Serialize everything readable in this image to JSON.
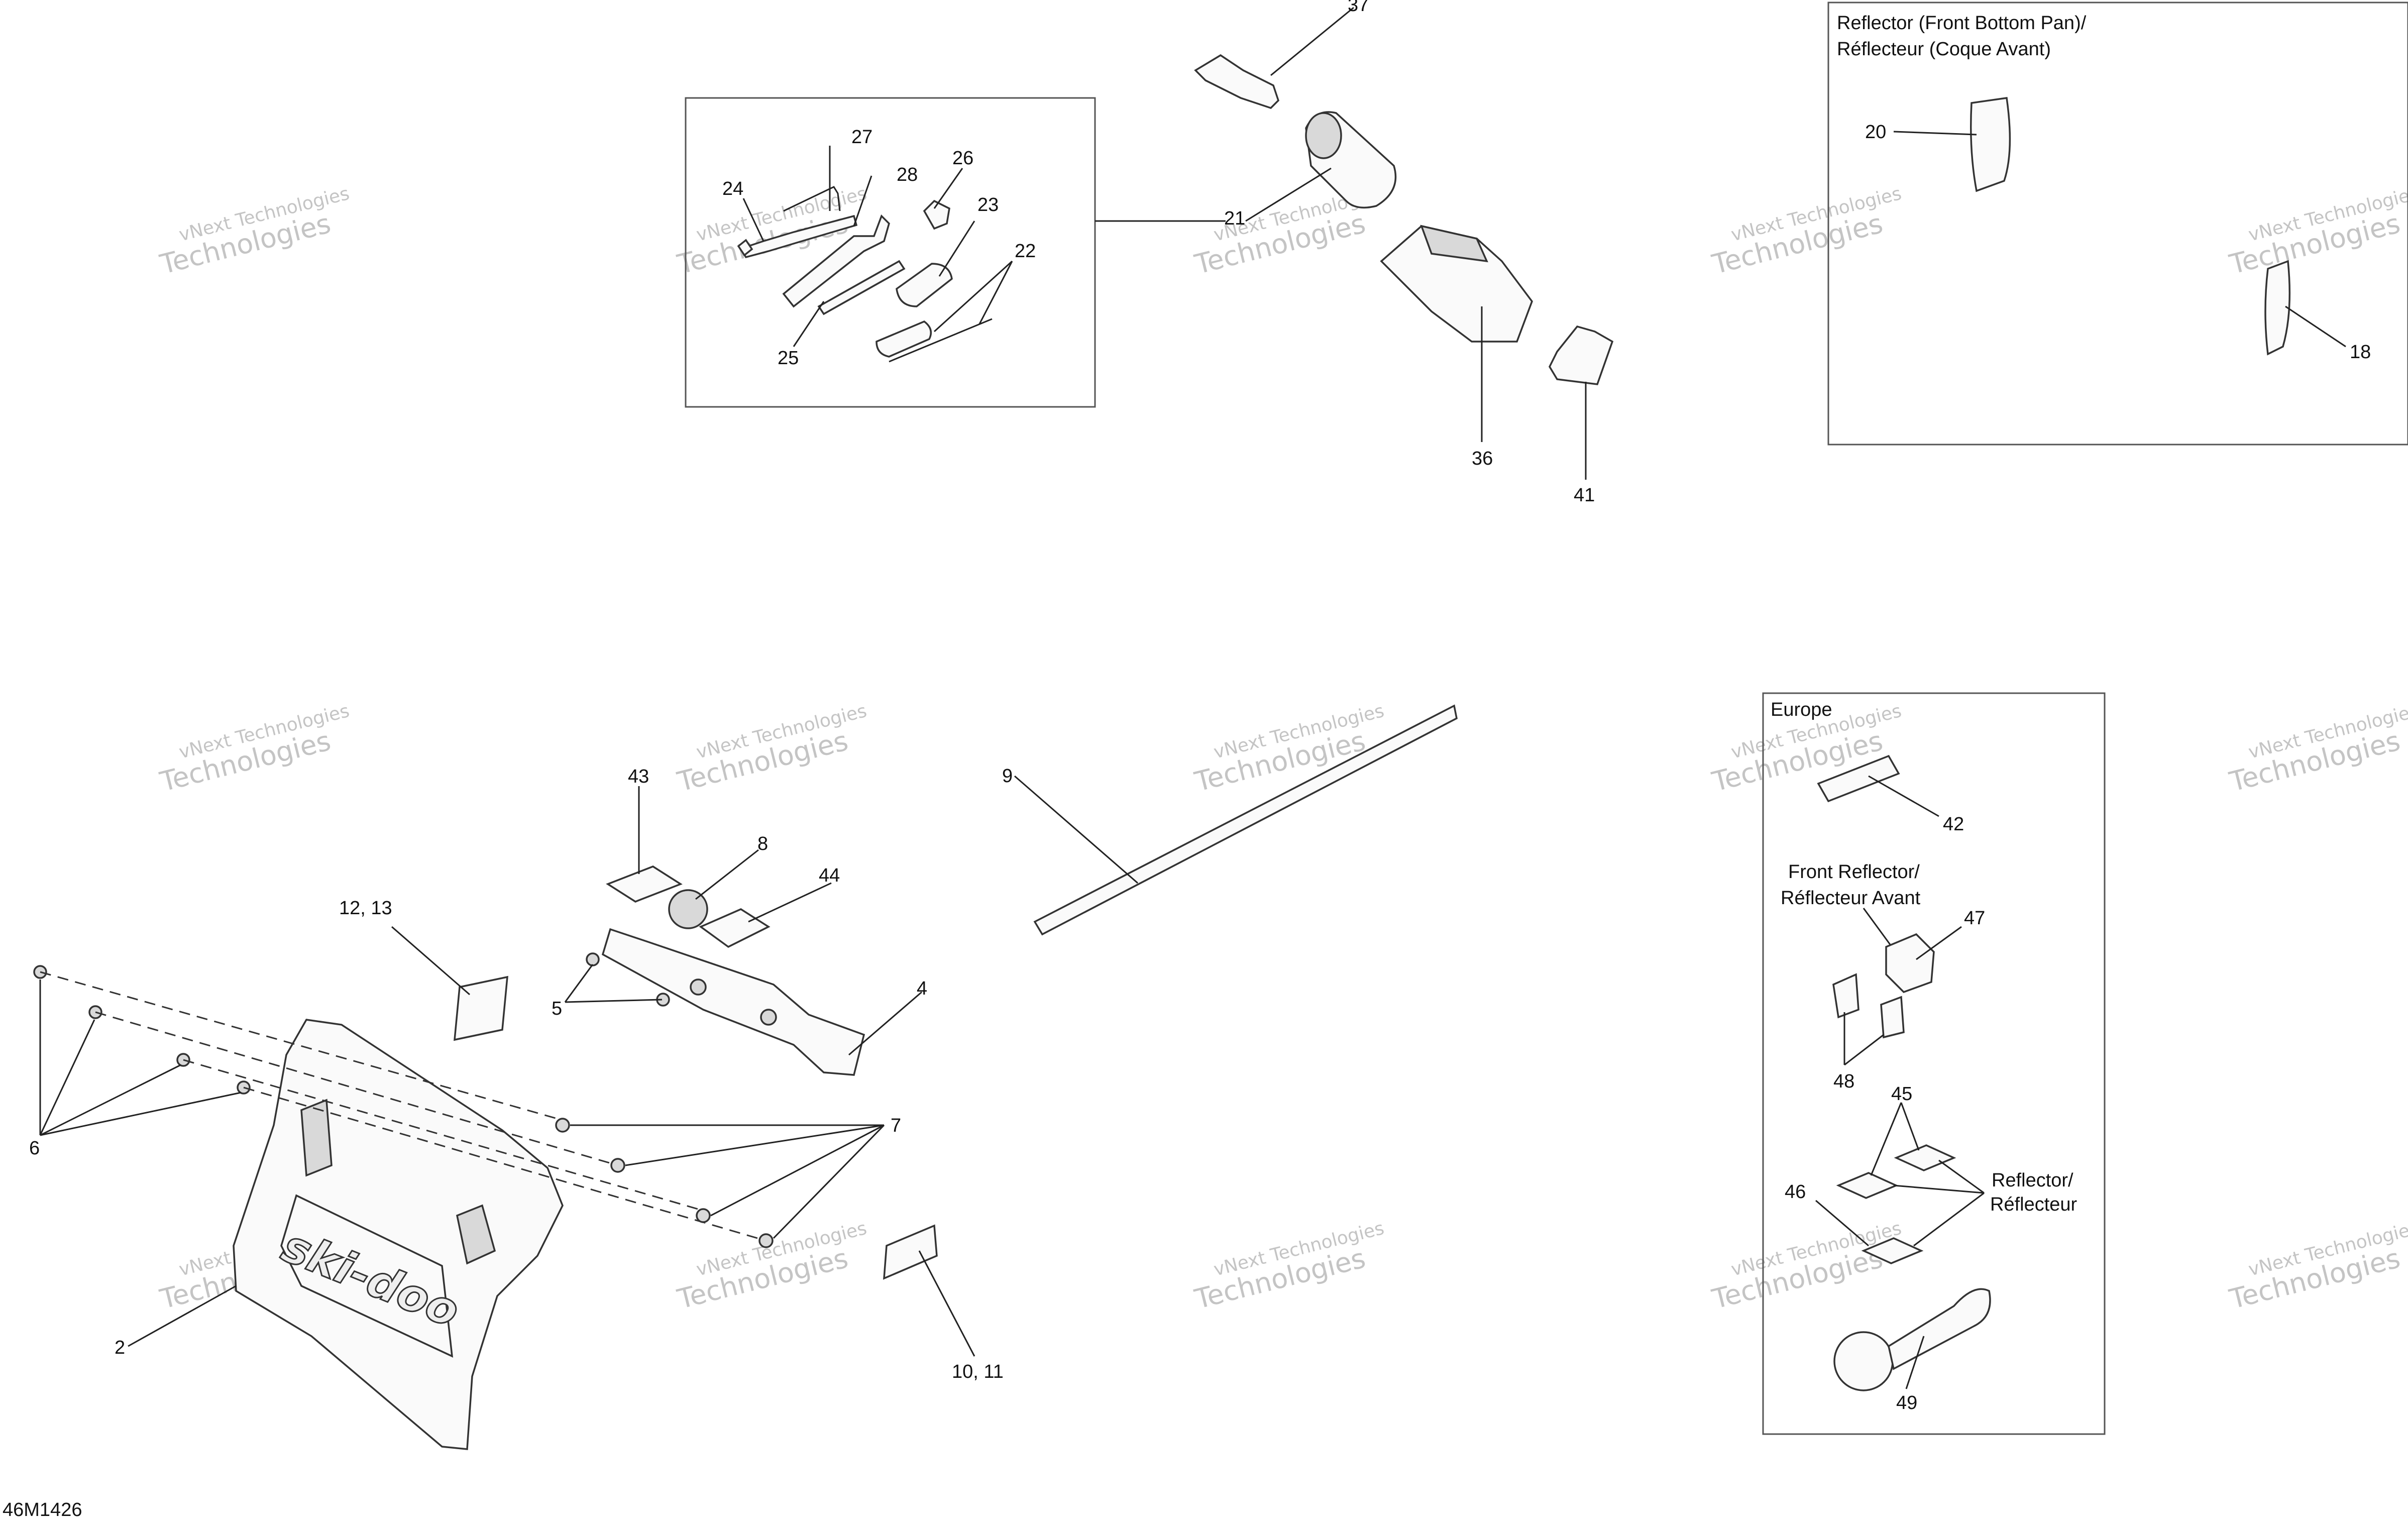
{
  "diagram": {
    "drawing_number": "46M1426",
    "watermark": {
      "line1": "vNext Technologies",
      "line2": "Technologies"
    },
    "boxes": {
      "reflector_front_bottom_pan": [
        "Reflector (Front Bottom Pan)/",
        "Réflecteur (Coque Avant)"
      ],
      "europe": "Europe"
    },
    "captions": {
      "front_reflector": [
        "Front Reflector/",
        "Réflecteur Avant"
      ],
      "reflector": [
        "Reflector/",
        "Réflecteur"
      ]
    },
    "callouts": {
      "c37": "37",
      "c27": "27",
      "c28": "28",
      "c26": "26",
      "c24": "24",
      "c23": "23",
      "c22": "22",
      "c25": "25",
      "c21": "21",
      "c36": "36",
      "c41": "41",
      "c20": "20",
      "c18": "18",
      "c43": "43",
      "c8": "8",
      "c44": "44",
      "c9": "9",
      "c12_13": "12, 13",
      "c5": "5",
      "c4": "4",
      "c6": "6",
      "c7": "7",
      "c2": "2",
      "c10_11": "10, 11",
      "c42": "42",
      "c47": "47",
      "c48": "48",
      "c45": "45",
      "c46": "46",
      "c49": "49"
    }
  }
}
